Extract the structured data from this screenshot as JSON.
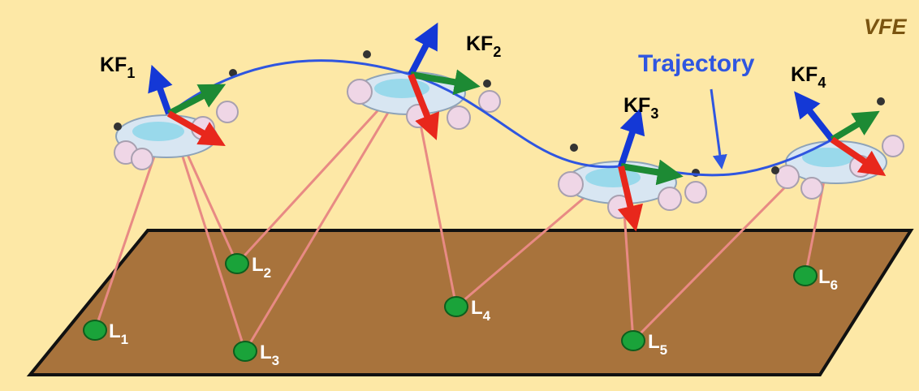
{
  "title": "VFE",
  "trajectory_label": "Trajectory",
  "keyframes": [
    {
      "base": "KF",
      "sub": "1"
    },
    {
      "base": "KF",
      "sub": "2"
    },
    {
      "base": "KF",
      "sub": "3"
    },
    {
      "base": "KF",
      "sub": "4"
    }
  ],
  "landmarks": [
    {
      "base": "L",
      "sub": "1"
    },
    {
      "base": "L",
      "sub": "2"
    },
    {
      "base": "L",
      "sub": "3"
    },
    {
      "base": "L",
      "sub": "4"
    },
    {
      "base": "L",
      "sub": "5"
    },
    {
      "base": "L",
      "sub": "6"
    }
  ],
  "colors": {
    "background": "#fde8a6",
    "ground": "#a8733c",
    "trajectory": "#2f56e0",
    "observation": "#e88a84",
    "landmark": "#1aa33a",
    "axis_x": "#e8271c",
    "axis_y": "#1d8a34",
    "axis_z": "#1438d6",
    "title": "#7a5410"
  },
  "icons": [
    "quadruped-robot-icon"
  ]
}
